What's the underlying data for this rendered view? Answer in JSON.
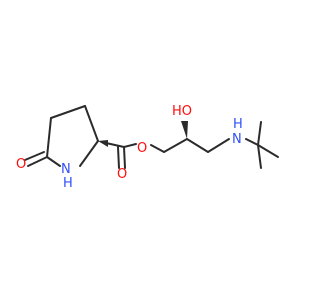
{
  "colors": {
    "bond": "#2b2b2b",
    "oxygen": "#ff0d0d",
    "nitrogen": "#3050f8",
    "background": "#ffffff"
  },
  "atoms": {
    "lactam_oxygen": "O",
    "ring_nh": "H",
    "ring_nh_n": "N",
    "ester_carbonyl_oxygen": "O",
    "ester_oxygen": "O",
    "hydroxyl": "HO",
    "amine_h": "H",
    "amine_n": "N"
  }
}
